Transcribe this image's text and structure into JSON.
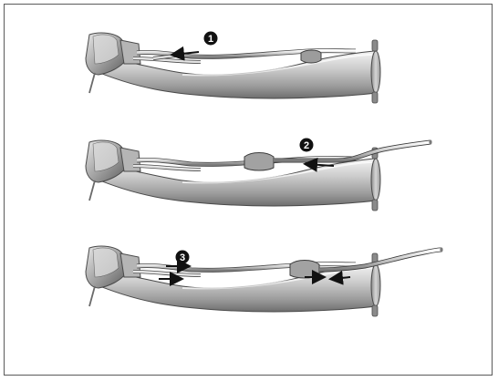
{
  "figure": {
    "steps": [
      {
        "number": "1",
        "arrow_direction": "left"
      },
      {
        "number": "2",
        "arrow_direction": "left"
      },
      {
        "number": "3",
        "arrow_direction": "right"
      }
    ]
  }
}
